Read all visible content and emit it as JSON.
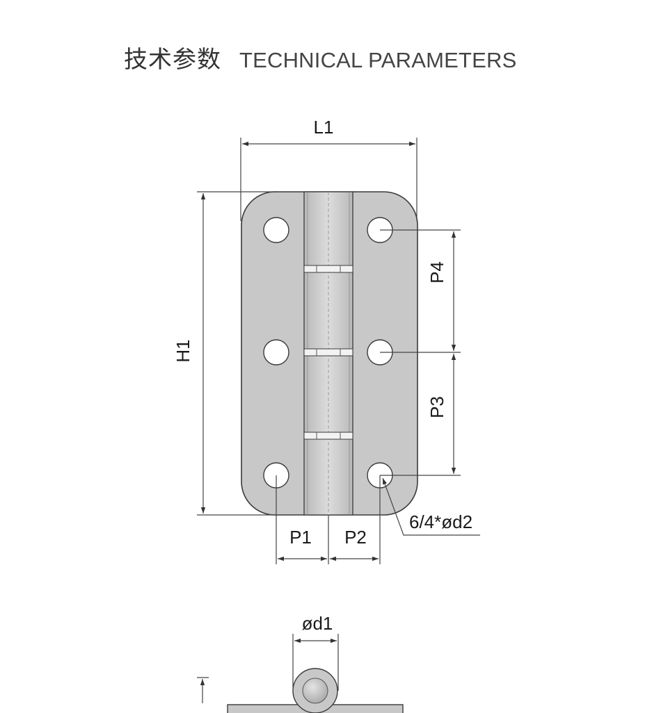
{
  "heading": {
    "cn": "技术参数",
    "en": "TECHNICAL PARAMETERS"
  },
  "dimensions": {
    "L1": "L1",
    "H1": "H1",
    "P1": "P1",
    "P2": "P2",
    "P3": "P3",
    "P4": "P4",
    "hole_note": "6/4*ød2",
    "d1": "ød1"
  },
  "colors": {
    "plate": "#c8c8c8",
    "plate_stroke": "#3a3a3a",
    "knuckle": "#cfcfcf",
    "dimension_line": "#444444"
  }
}
